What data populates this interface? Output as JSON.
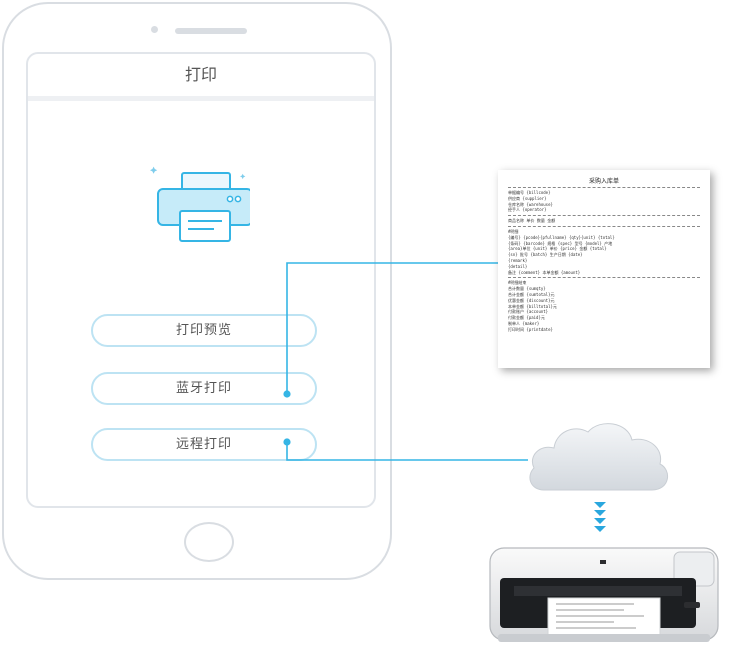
{
  "screen": {
    "title": "打印",
    "buttons": [
      {
        "label": "打印预览"
      },
      {
        "label": "蓝牙打印"
      },
      {
        "label": "远程打印"
      }
    ]
  },
  "receipt": {
    "title": "采购入库单",
    "lines": [
      "单据编号 {billcode}",
      "供应商 {supplier}",
      "仓库名称 {warehouse}",
      "经手人 {operator}",
      "商品名称 单价 数量 金额",
      "#明细",
      "{编号} {pcode}{pfullname} {qty}{unit} {total}",
      "{条码} {barcode} 规格 {spec} 型号 {model} 产地",
      "{area}单位 {unit} 单价 {price} 金额 {total}",
      "{sn} 批号 {batch} 生产日期 {date}",
      "{remark}",
      "{detail}",
      "备注 {comment} 本单金额 {amount}",
      "#明细结束",
      "合计数量 {sumqty}",
      "合计金额 {sumtotal}元",
      "优惠金额 {discount}元",
      "本单金额 {billtotal}元",
      "付款账户 {account}",
      "付款金额 {paid}元",
      "制单人 {maker}",
      "打印时间 {printdate}"
    ]
  },
  "colors": {
    "accent": "#35b5e5",
    "outline": "#d9dde2",
    "button_border": "#bde3f3"
  },
  "icons": {
    "app_icon": "printer-icon",
    "cloud": "cloud-icon",
    "arrows": "down-arrows-icon",
    "device": "printer-device-icon"
  }
}
